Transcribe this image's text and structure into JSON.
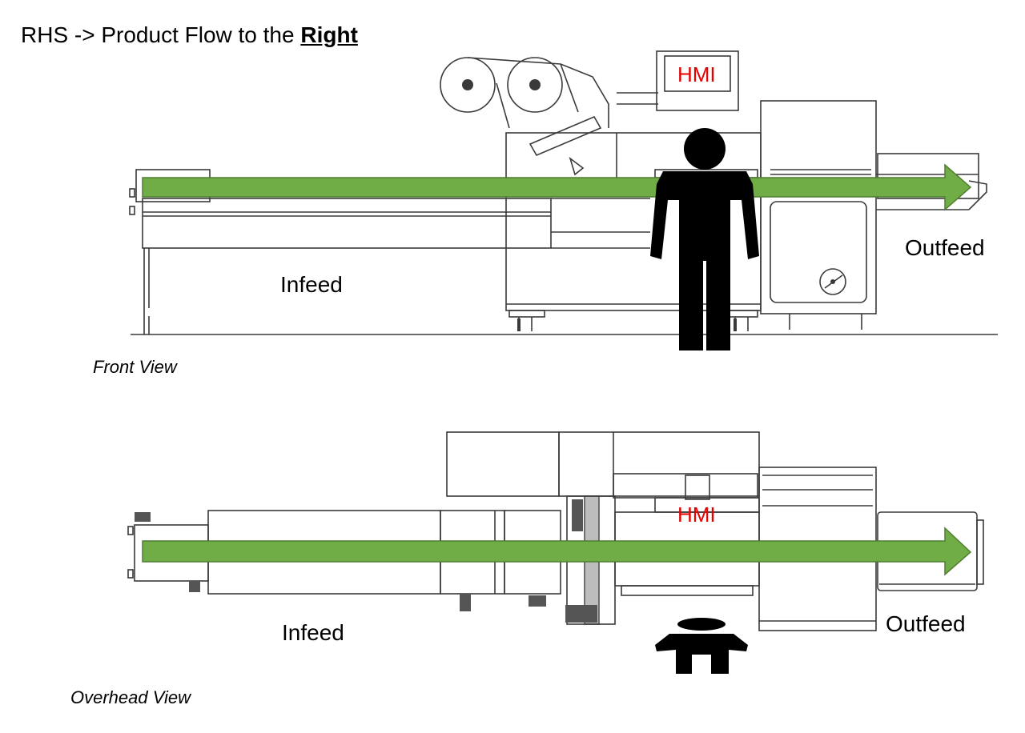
{
  "title": {
    "prefix": "RHS -> Product Flow to the ",
    "emphasis": "Right"
  },
  "front_view": {
    "caption": "Front View",
    "hmi_label": "HMI",
    "infeed_label": "Infeed",
    "outfeed_label": "Outfeed"
  },
  "overhead_view": {
    "caption": "Overhead View",
    "hmi_label": "HMI",
    "infeed_label": "Infeed",
    "outfeed_label": "Outfeed"
  },
  "colors": {
    "flow_arrow": "#70ad47",
    "flow_arrow_outline": "#4f7f30",
    "hmi_text": "#e60000",
    "line": "#3a3a3a",
    "operator": "#000000"
  },
  "icons": {
    "operator_front": "person-standing-icon",
    "operator_overhead": "person-top-view-icon",
    "flow": "arrow-right-icon"
  }
}
